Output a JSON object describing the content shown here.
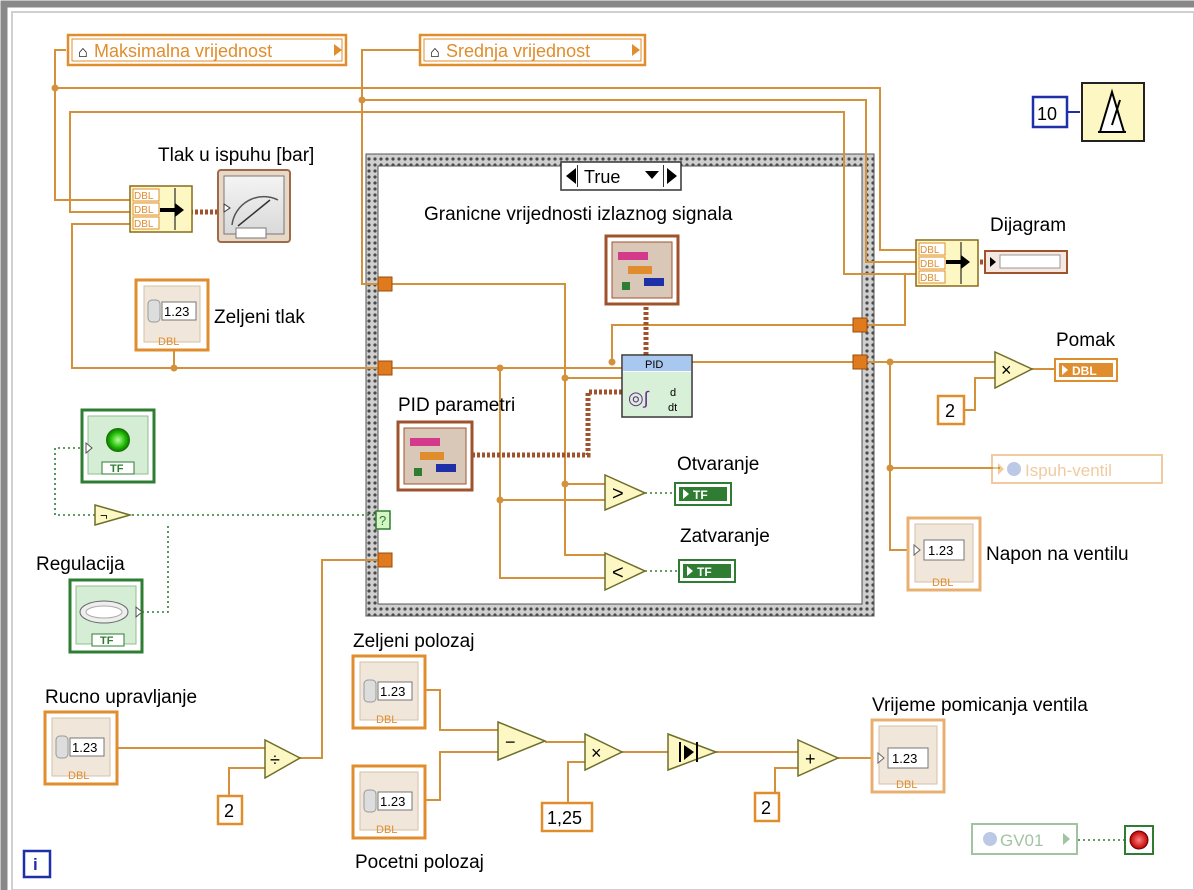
{
  "window": {
    "loop_iteration_terminal": "i"
  },
  "locals": {
    "maksimalna": "Maksimalna vrijednost",
    "srednja": "Srednja vrijednost"
  },
  "timer": {
    "value": "10"
  },
  "case_structure": {
    "selector": "True"
  },
  "labels": {
    "tlak": "Tlak u ispuhu [bar]",
    "granicne": "Granicne vrijednosti izlaznog signala",
    "dijagram": "Dijagram",
    "zeljeni_tlak": "Zeljeni tlak",
    "pomak": "Pomak",
    "pid_parametri": "PID parametri",
    "otvaranje": "Otvaranje",
    "zatvaranje": "Zatvaranje",
    "napon": "Napon na ventilu",
    "regulacija": "Regulacija",
    "zeljeni_polozaj": "Zeljeni polozaj",
    "rucno": "Rucno upravljanje",
    "vrijeme": "Vrijeme pomicanja ventila",
    "pocetni": "Pocetni polozaj"
  },
  "globals": {
    "ispuh": "Ispuh-ventil",
    "gv01": "GV01"
  },
  "constants": {
    "pomak_mult": "2",
    "rucno_div": "2",
    "polozaj_mult": "1,25",
    "vrijeme_add": "2"
  },
  "terminal_text": {
    "dbl": "DBL",
    "tf": "TF",
    "num": "1.23",
    "pid": "PID",
    "case_q": "?"
  },
  "colors": {
    "numeric_wire": "#d4913c",
    "cluster_wire": "#a0522d",
    "boolean_wire": "#2e7d32",
    "timer_border": "#1f2fa8"
  }
}
